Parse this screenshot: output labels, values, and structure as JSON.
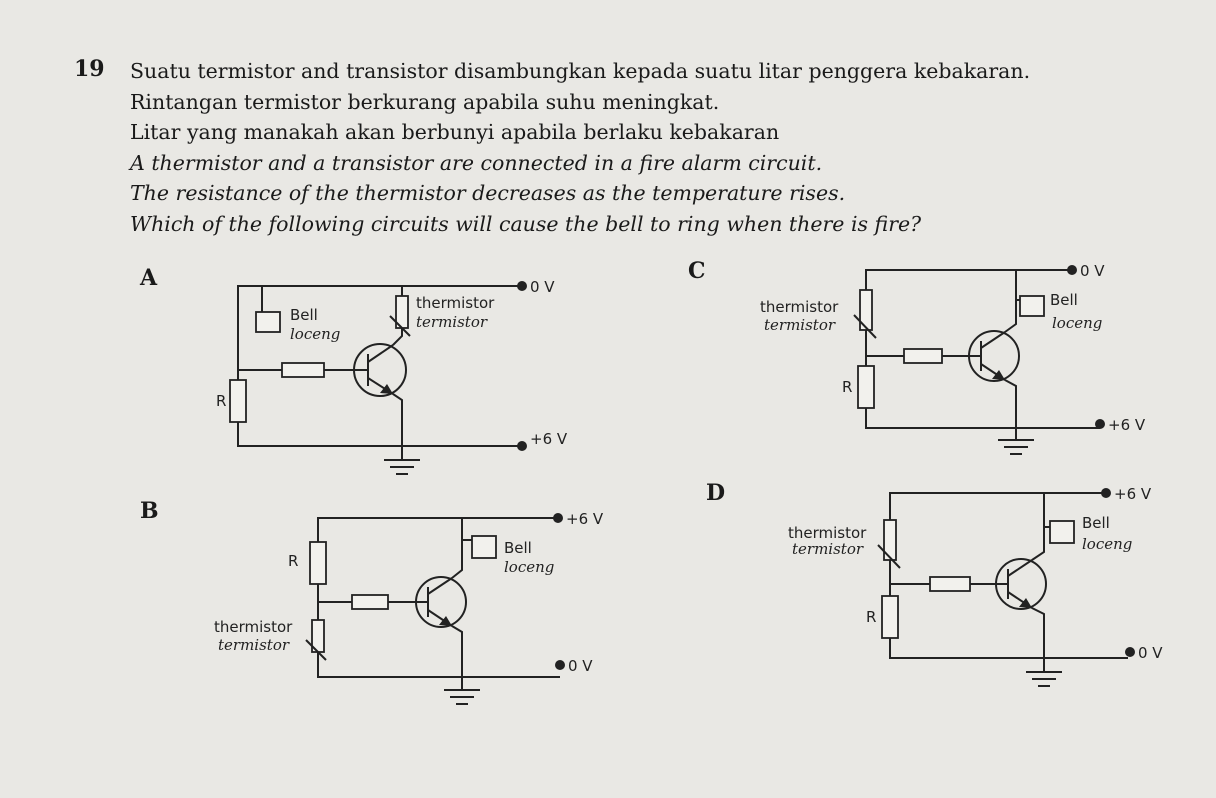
{
  "question": {
    "number": "19",
    "lines_malay": [
      "Suatu termistor and transistor disambungkan kepada suatu litar penggera kebakaran.",
      "Rintangan termistor berkurang apabila suhu meningkat.",
      "Litar yang manakah akan berbunyi apabila berlaku kebakaran"
    ],
    "lines_english": [
      "A thermistor and a transistor are connected in a fire alarm circuit.",
      "The resistance of the thermistor decreases as the temperature rises.",
      "Which of the following circuits will cause the bell to ring when there is fire?"
    ]
  },
  "options": {
    "A": {
      "letter": "A",
      "top_voltage": "0 V",
      "bottom_voltage": "+6 V",
      "bell_en": "Bell",
      "bell_ms": "loceng",
      "thermistor_en": "thermistor",
      "thermistor_ms": "termistor",
      "resistor": "R"
    },
    "B": {
      "letter": "B",
      "top_voltage": "+6 V",
      "bottom_voltage": "0 V",
      "bell_en": "Bell",
      "bell_ms": "loceng",
      "thermistor_en": "thermistor",
      "thermistor_ms": "termistor",
      "resistor": "R"
    },
    "C": {
      "letter": "C",
      "top_voltage": "0 V",
      "bottom_voltage": "+6 V",
      "bell_en": "Bell",
      "bell_ms": "loceng",
      "thermistor_en": "thermistor",
      "thermistor_ms": "termistor",
      "resistor": "R"
    },
    "D": {
      "letter": "D",
      "top_voltage": "+6 V",
      "bottom_voltage": "0 V",
      "bell_en": "Bell",
      "bell_ms": "loceng",
      "thermistor_en": "thermistor",
      "thermistor_ms": "termistor",
      "resistor": "R"
    }
  }
}
